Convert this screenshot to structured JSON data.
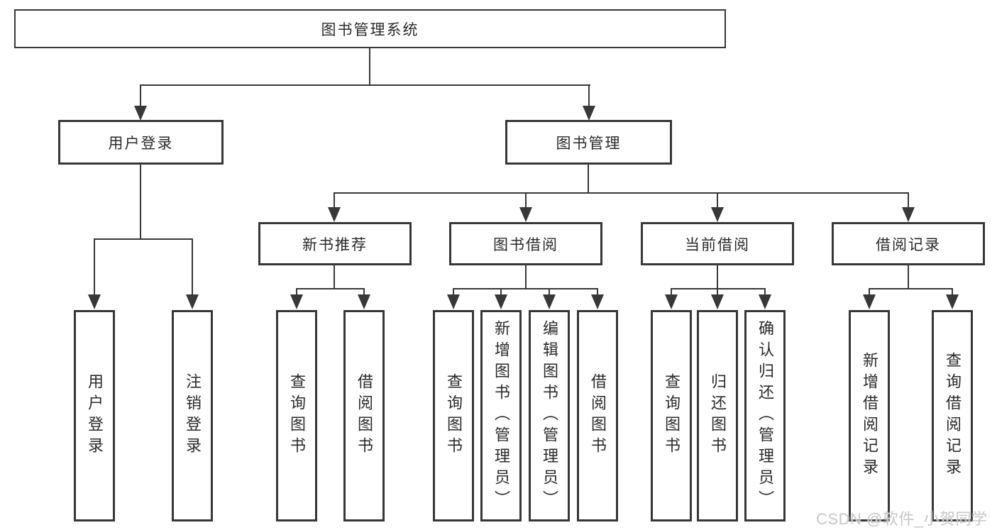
{
  "tree": {
    "root": {
      "label": "图书管理系统"
    },
    "children": [
      {
        "label": "用户登录",
        "children": [
          {
            "label": "用户登录"
          },
          {
            "label": "注销登录"
          }
        ]
      },
      {
        "label": "图书管理",
        "children": [
          {
            "label": "新书推荐",
            "children": [
              {
                "label": "查询图书"
              },
              {
                "label": "借阅图书"
              }
            ]
          },
          {
            "label": "图书借阅",
            "children": [
              {
                "label": "查询图书"
              },
              {
                "label": "新增图书（管理员）"
              },
              {
                "label": "编辑图书（管理员）"
              },
              {
                "label": "借阅图书"
              }
            ]
          },
          {
            "label": "当前借阅",
            "children": [
              {
                "label": "查询图书"
              },
              {
                "label": "归还图书"
              },
              {
                "label": "确认归还（管理员）"
              }
            ]
          },
          {
            "label": "借阅记录",
            "children": [
              {
                "label": "新增借阅记录"
              },
              {
                "label": "查询借阅记录"
              }
            ]
          }
        ]
      }
    ]
  },
  "watermark": {
    "text": "CSDN @软件_小贺同学"
  },
  "colors": {
    "line": "#383838",
    "border": "#373737",
    "text": "#2a2a2a",
    "background": "#ffffff",
    "watermark": "#c7c7c7"
  }
}
